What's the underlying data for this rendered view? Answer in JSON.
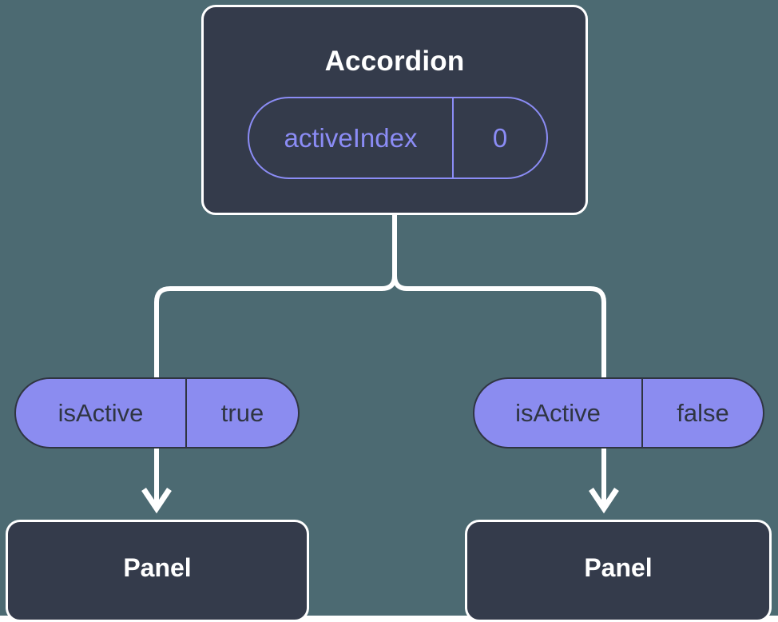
{
  "diagram": {
    "kind": "component-state-tree",
    "background_color": "#4c6a72",
    "root": {
      "title": "Accordion",
      "prop": {
        "key": "activeIndex",
        "value": "0",
        "accent_color": "#8b8cf5"
      }
    },
    "branches": [
      {
        "side": "left",
        "pill": {
          "key": "isActive",
          "value": "true",
          "fill_color": "#8b8cf0",
          "text_color": "#2f3542"
        },
        "child": {
          "title": "Panel"
        }
      },
      {
        "side": "right",
        "pill": {
          "key": "isActive",
          "value": "false",
          "fill_color": "#8b8cf0",
          "text_color": "#2f3542"
        },
        "child": {
          "title": "Panel"
        }
      }
    ],
    "connector_color": "#ffffff",
    "node_fill_color": "#343b4b",
    "node_border_color": "#ffffff"
  }
}
